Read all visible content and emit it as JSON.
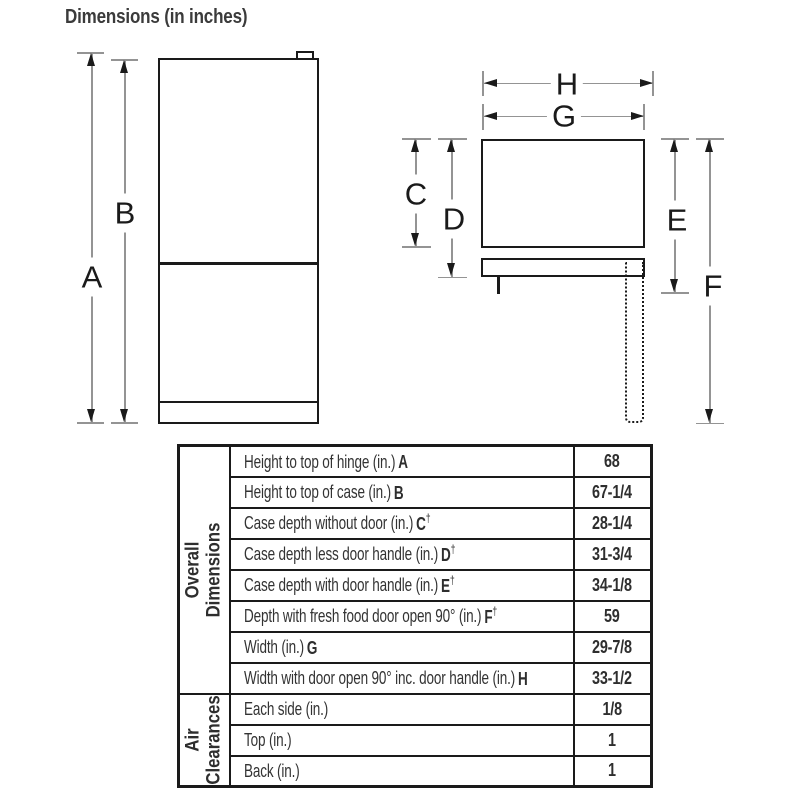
{
  "title": "Dimensions (in inches)",
  "labels": {
    "a": "A",
    "b": "B",
    "c": "C",
    "d": "D",
    "e": "E",
    "f": "F",
    "g": "G",
    "h": "H"
  },
  "colors": {
    "background": "#ffffff",
    "ink": "#333333",
    "outline_black": "#1a1a1a",
    "dimension_line_gray": "#949494"
  },
  "table": {
    "sections": [
      {
        "header_line1": "Overall",
        "header_line2": "Dimensions",
        "rows": [
          {
            "desc": "Height to top of hinge (in.)",
            "letter": "A",
            "dagger": "",
            "value": "68"
          },
          {
            "desc": "Height to top of case (in.)",
            "letter": "B",
            "dagger": "",
            "value": "67-1/4"
          },
          {
            "desc": "Case depth without door (in.)",
            "letter": "C",
            "dagger": "†",
            "value": "28-1/4"
          },
          {
            "desc": "Case depth less door handle (in.)",
            "letter": "D",
            "dagger": "†",
            "value": "31-3/4"
          },
          {
            "desc": "Case depth with door handle (in.)",
            "letter": "E",
            "dagger": "†",
            "value": "34-1/8"
          },
          {
            "desc": "Depth with fresh food door open 90° (in.)",
            "letter": "F",
            "dagger": "†",
            "value": "59"
          },
          {
            "desc": "Width (in.)",
            "letter": "G",
            "dagger": "",
            "value": "29-7/8"
          },
          {
            "desc": "Width with door open 90° inc. door handle (in.)",
            "letter": "H",
            "dagger": "",
            "value": "33-1/2"
          }
        ]
      },
      {
        "header_line1": "Air",
        "header_line2": "Clearances",
        "rows": [
          {
            "desc": "Each side (in.)",
            "letter": "",
            "dagger": "",
            "value": "1/8"
          },
          {
            "desc": "Top (in.)",
            "letter": "",
            "dagger": "",
            "value": "1"
          },
          {
            "desc": "Back (in.)",
            "letter": "",
            "dagger": "",
            "value": "1"
          }
        ]
      }
    ]
  }
}
